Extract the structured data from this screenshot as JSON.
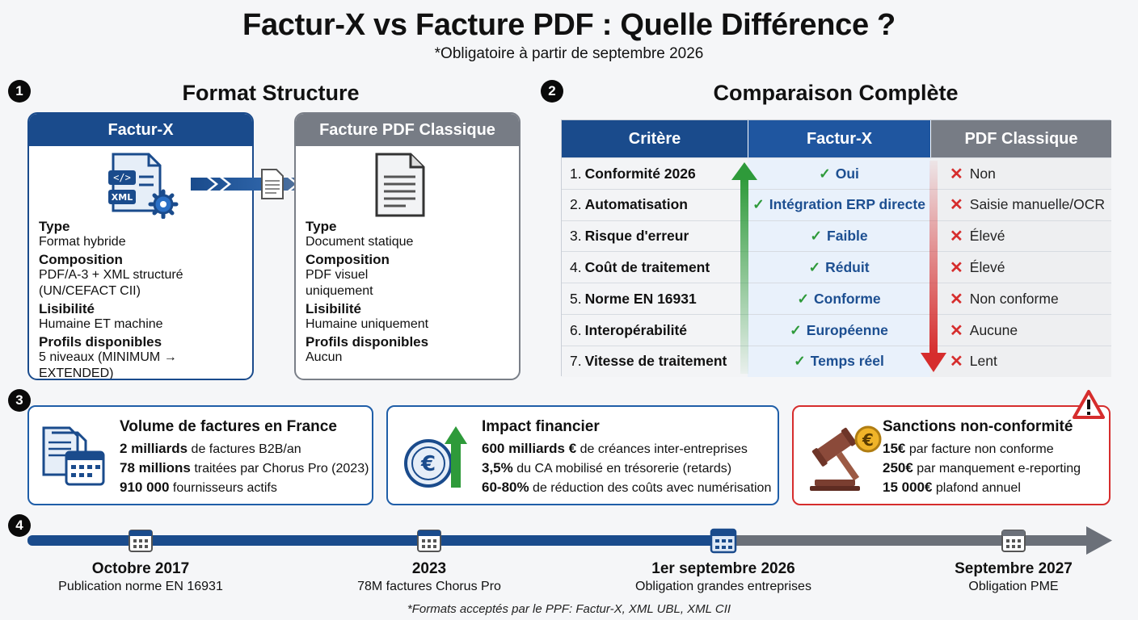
{
  "header": {
    "title": "Factur-X vs Facture PDF : Quelle Différence ?",
    "subtitle": "*Obligatoire à partir de septembre 2026"
  },
  "section1": {
    "number": "1",
    "title": "Format Structure",
    "facturx": {
      "header": "Factur-X",
      "icon_text": "XML",
      "code_text": "</>",
      "fields": [
        {
          "label": "Type",
          "value": "Format hybride"
        },
        {
          "label": "Composition",
          "value": "PDF/A-3 + XML structuré (UN/CEFACT CII)"
        },
        {
          "label": "Lisibilité",
          "value": "Humaine ET machine"
        },
        {
          "label": "Profils disponibles",
          "value": "5 niveaux (MINIMUM → EXTENDED)"
        }
      ]
    },
    "pdf": {
      "header": "Facture PDF Classique",
      "fields": [
        {
          "label": "Type",
          "value": "Document statique"
        },
        {
          "label": "Composition",
          "value": "PDF visuel uniquement"
        },
        {
          "label": "Lisibilité",
          "value": "Humaine uniquement"
        },
        {
          "label": "Profils disponibles",
          "value": "Aucun"
        }
      ]
    }
  },
  "section2": {
    "number": "2",
    "title": "Comparaison Complète",
    "columns": [
      "Critère",
      "Factur-X",
      "PDF Classique"
    ],
    "rows": [
      {
        "n": "1.",
        "critere": "Conformité 2026",
        "facturx": "Oui",
        "pdf": "Non"
      },
      {
        "n": "2.",
        "critere": "Automatisation",
        "facturx": "Intégration ERP directe",
        "pdf": "Saisie manuelle/OCR"
      },
      {
        "n": "3.",
        "critere": "Risque d'erreur",
        "facturx": "Faible",
        "pdf": "Élevé"
      },
      {
        "n": "4.",
        "critere": "Coût de traitement",
        "facturx": "Réduit",
        "pdf": "Élevé"
      },
      {
        "n": "5.",
        "critere": "Norme EN 16931",
        "facturx": "Conforme",
        "pdf": "Non conforme"
      },
      {
        "n": "6.",
        "critere": "Interopérabilité",
        "facturx": "Européenne",
        "pdf": "Aucune"
      },
      {
        "n": "7.",
        "critere": "Vitesse de traitement",
        "facturx": "Temps réel",
        "pdf": "Lent"
      }
    ]
  },
  "section3": {
    "number": "3",
    "volume": {
      "title": "Volume de factures en France",
      "lines": [
        {
          "bold": "2 milliards",
          "text": " de factures B2B/an"
        },
        {
          "bold": "78 millions",
          "text": " traitées par Chorus Pro (2023)"
        },
        {
          "bold": "910 000",
          "text": " fournisseurs actifs"
        }
      ]
    },
    "impact": {
      "title": "Impact financier",
      "lines": [
        {
          "bold": "600 milliards €",
          "text": " de créances inter-entreprises"
        },
        {
          "bold": "3,5%",
          "text": " du CA mobilisé en trésorerie (retards)"
        },
        {
          "bold": "60-80%",
          "text": " de réduction des coûts avec numérisation"
        }
      ]
    },
    "sanctions": {
      "title": "Sanctions non-conformité",
      "lines": [
        {
          "bold": "15€",
          "text": " par facture non conforme"
        },
        {
          "bold": "250€",
          "text": " par manquement e-reporting"
        },
        {
          "bold": "15 000€",
          "text": " plafond annuel"
        }
      ]
    }
  },
  "section4": {
    "number": "4",
    "milestones": [
      {
        "date": "Octobre 2017",
        "desc": "Publication norme EN 16931"
      },
      {
        "date": "2023",
        "desc": "78M factures Chorus Pro"
      },
      {
        "date": "1er septembre 2026",
        "desc": "Obligation grandes entreprises"
      },
      {
        "date": "Septembre 2027",
        "desc": "Obligation PME"
      }
    ]
  },
  "footer": {
    "note": "*Formats acceptés par le PPF: Factur-X, XML UBL, XML CII"
  },
  "colors": {
    "navy": "#1a4b8c",
    "gray": "#6b7280",
    "green": "#2e9a3a",
    "red": "#d62d2d"
  }
}
